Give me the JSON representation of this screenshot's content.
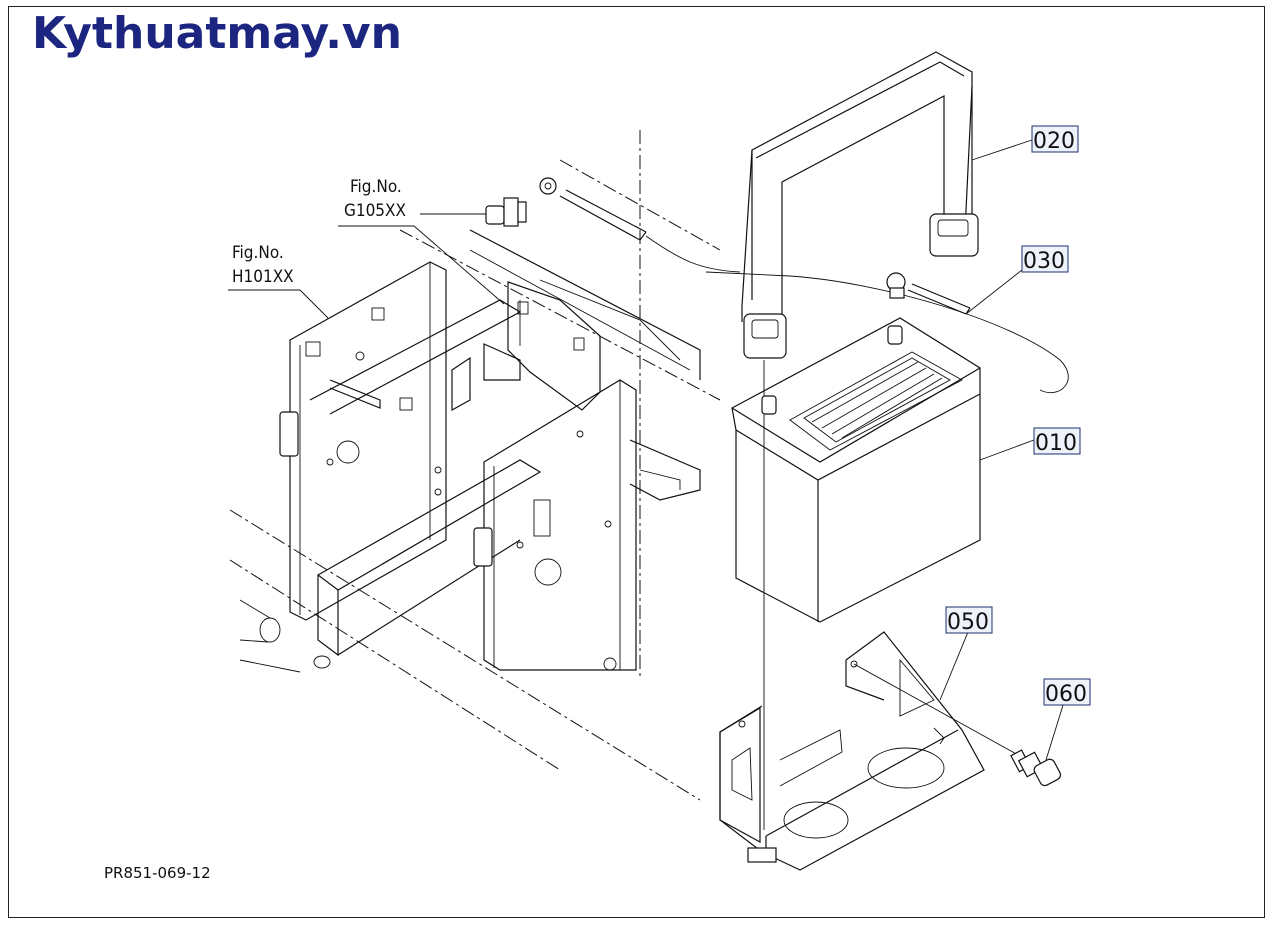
{
  "brand": {
    "text": "Kythuatmay.vn",
    "color": "#1c2680"
  },
  "fig_refs": [
    {
      "line1": "Fig.No.",
      "line2": "G105XX"
    },
    {
      "line1": "Fig.No.",
      "line2": "H101XX"
    }
  ],
  "parts": [
    {
      "code": "020",
      "name": "battery-hold-strap"
    },
    {
      "code": "030",
      "name": "battery-cable"
    },
    {
      "code": "010",
      "name": "battery"
    },
    {
      "code": "050",
      "name": "battery-tray"
    },
    {
      "code": "060",
      "name": "bolt"
    }
  ],
  "footer": {
    "code": "PR851-069-12"
  },
  "colors": {
    "label_box_fill": "#eef2fb",
    "label_box_stroke": "#1e2f6e",
    "line": "#111111"
  }
}
